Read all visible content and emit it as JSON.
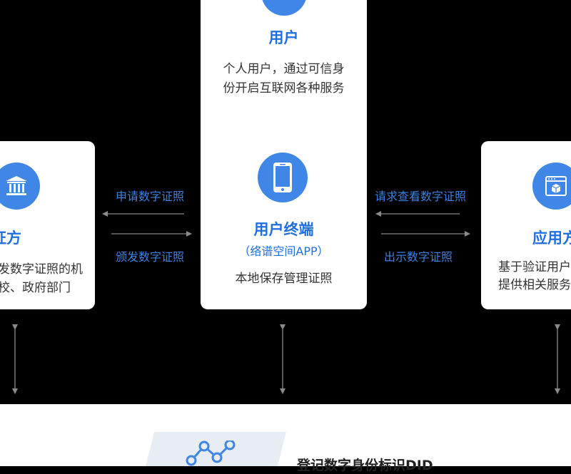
{
  "user": {
    "title": "用户",
    "desc_line1": "个人用户，通过可信身",
    "desc_line2": "份开启互联网各种服务"
  },
  "terminal": {
    "title": "用户终端",
    "subtitle": "（络谱空间APP）",
    "desc": "本地保存管理证照"
  },
  "issuer": {
    "title": "发证方",
    "desc_line1": "发数字证照的机",
    "desc_line2": "校、政府部门"
  },
  "app_party": {
    "title": "应用方",
    "desc_line1": "基于验证用户",
    "desc_line2": "提供相关服务"
  },
  "arrows": {
    "apply": "申请数字证照",
    "issue": "颁发数字证照",
    "request": "请求查看数字证照",
    "show": "出示数字证照"
  },
  "bottom": {
    "register_label": "登记数字身份标识DID"
  },
  "colors": {
    "accent": "#3f86e6",
    "title_blue": "#1f6fe0",
    "background": "#000000"
  }
}
